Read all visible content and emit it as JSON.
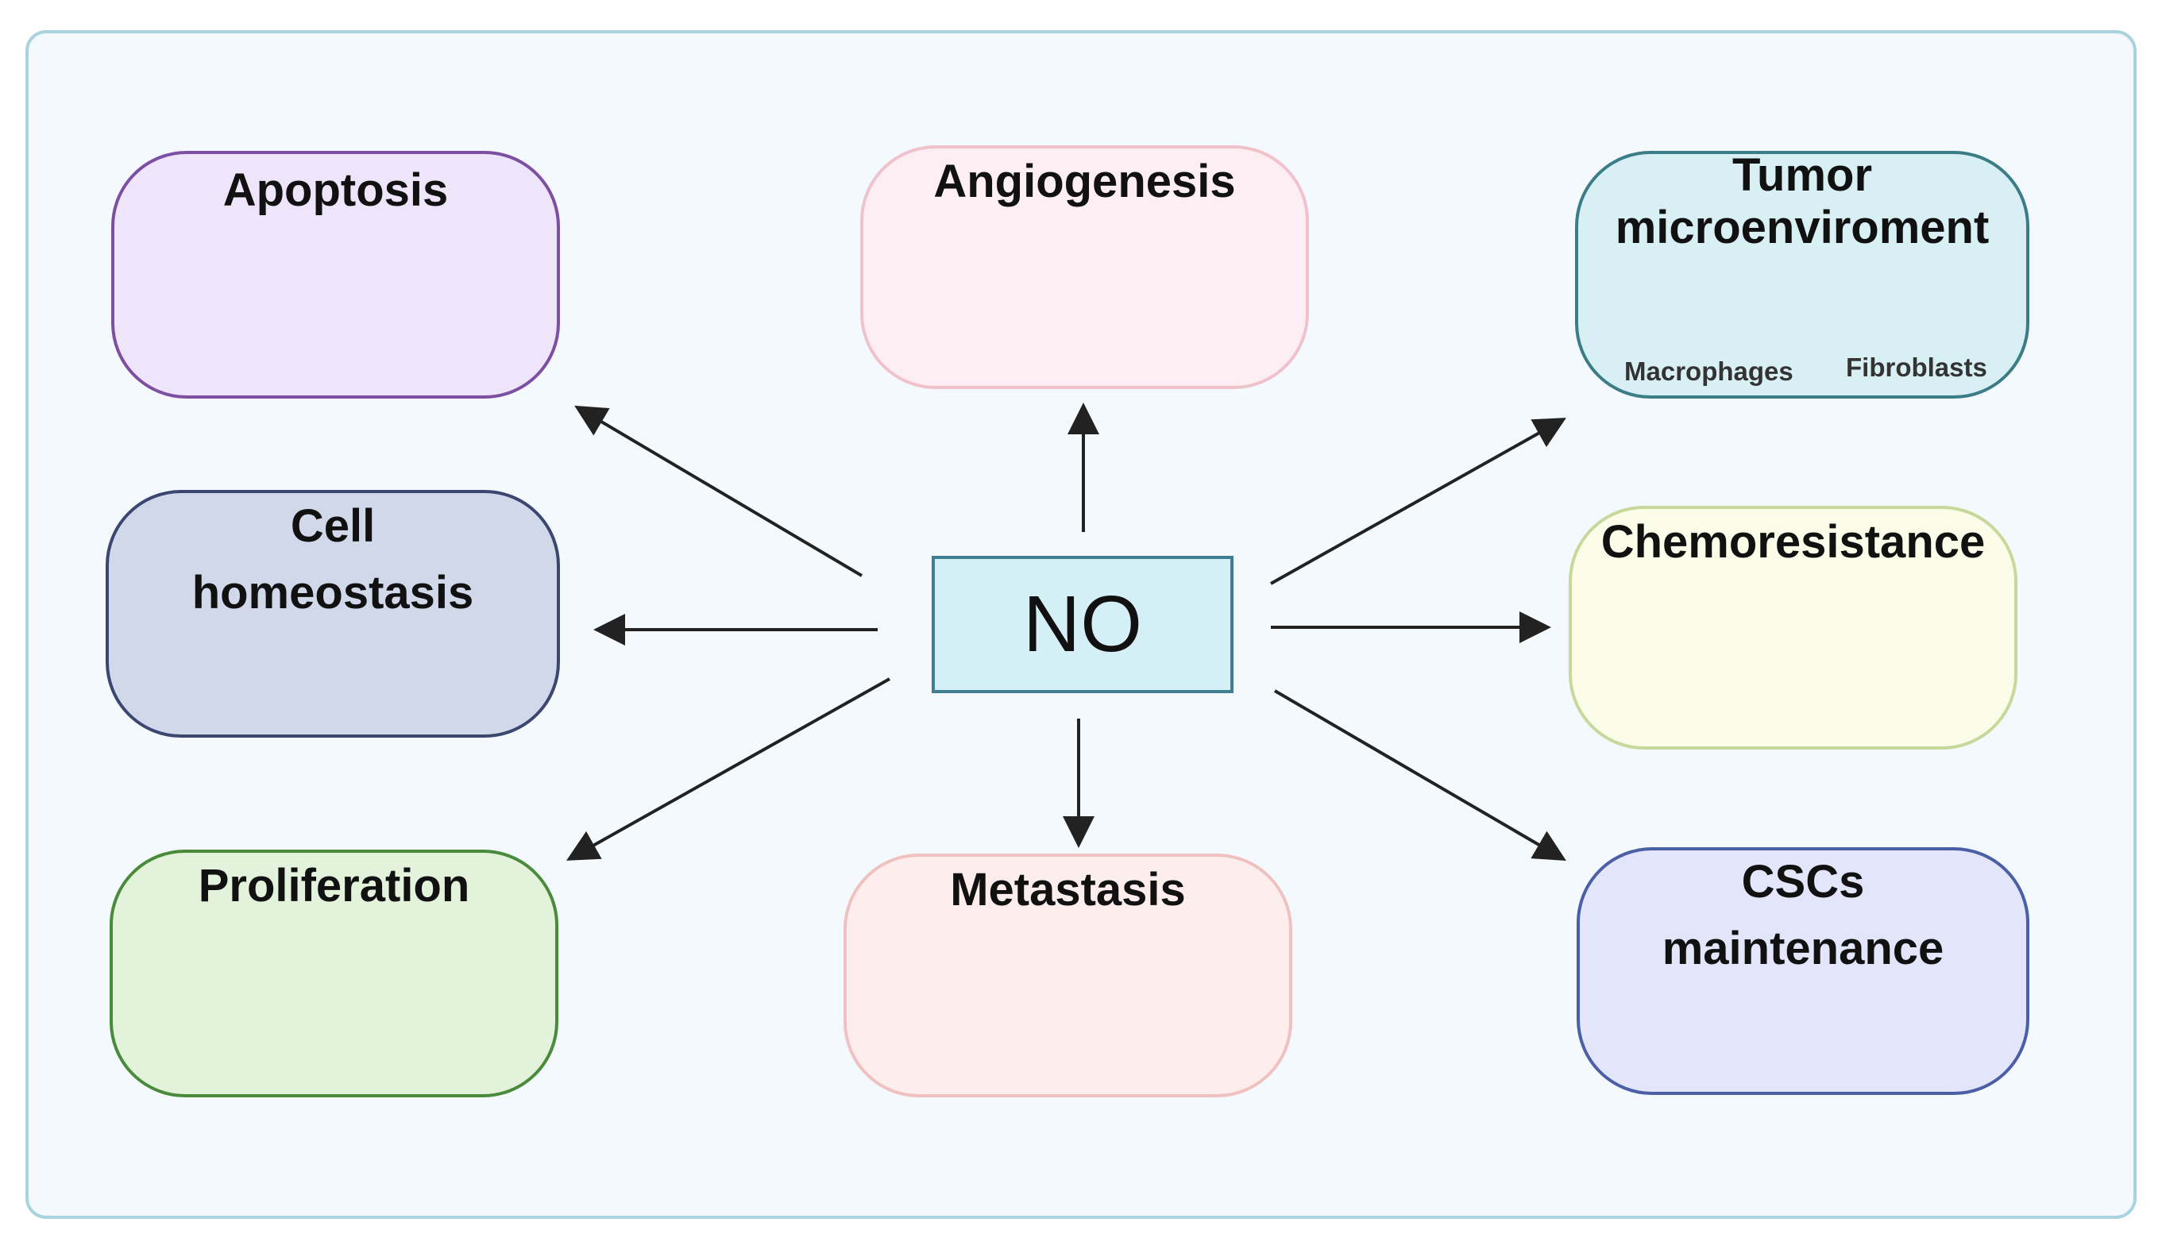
{
  "center": {
    "label": "NO"
  },
  "nodes": [
    {
      "id": "apoptosis",
      "label": "Apoptosis"
    },
    {
      "id": "angiogenesis",
      "label": "Angiogenesis"
    },
    {
      "id": "tumor",
      "label": "Tumor\nmicroenviroment",
      "sublabels": [
        "Macrophages",
        "Fibroblasts"
      ]
    },
    {
      "id": "homeostasis",
      "label": "Cell\nhomeostasis"
    },
    {
      "id": "chemoresistance",
      "label": "Chemoresistance"
    },
    {
      "id": "proliferation",
      "label": "Proliferation"
    },
    {
      "id": "metastasis",
      "label": "Metastasis"
    },
    {
      "id": "cscs",
      "label": "CSCs\nmaintenance"
    }
  ],
  "colors": {
    "canvas_bg": "#f4f9fd",
    "arrow": "#222222",
    "apoptosis": "#7f4fa3",
    "angiogenesis": "#a32a2a",
    "cell_pink": "#e7a3a0"
  }
}
